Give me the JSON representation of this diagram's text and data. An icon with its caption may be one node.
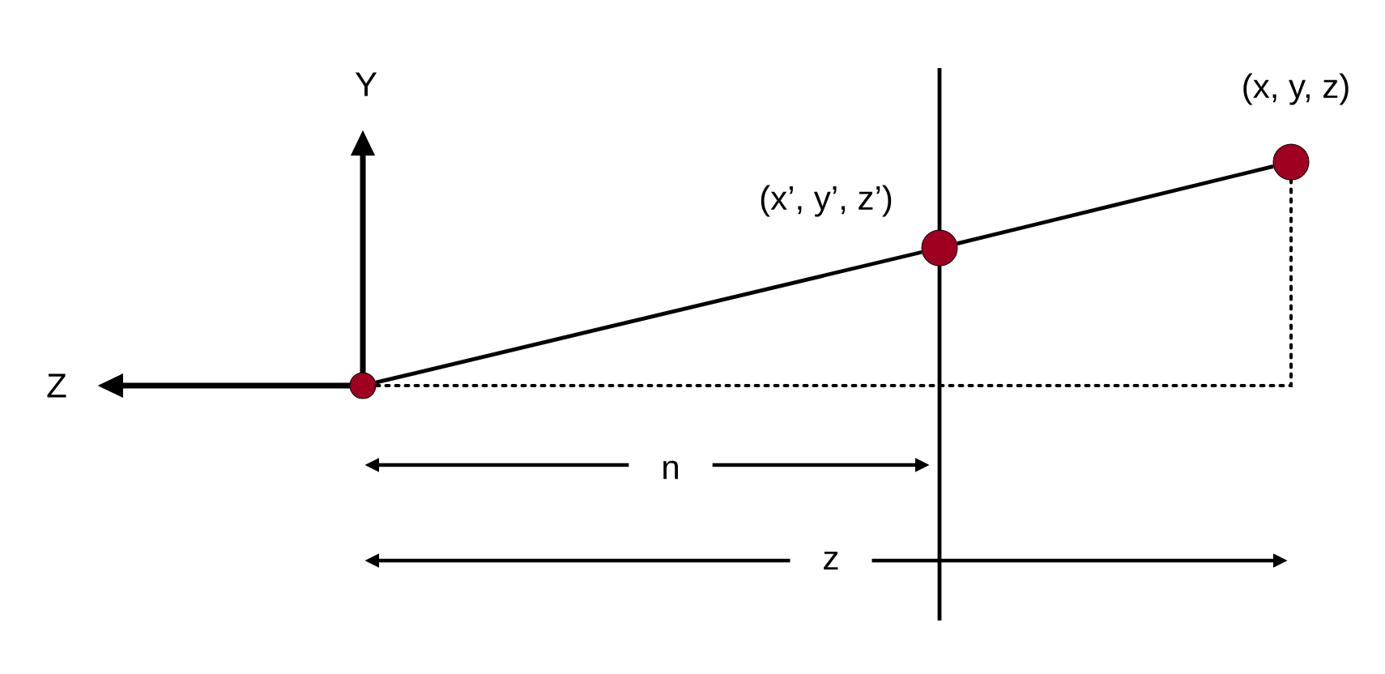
{
  "diagram": {
    "nodes": [
      {
        "text": [],
        "shape": "circle"
      },
      {
        "text": [],
        "shape": "circle",
        "beside": [
          "(x’, y’, z’)"
        ]
      },
      {
        "text": [],
        "shape": "circle",
        "beside": [
          "(x, y, z)"
        ]
      }
    ],
    "edges": [
      {
        "from": 0,
        "to": 1,
        "arrow": "none"
      },
      {
        "from": 1,
        "to": 2,
        "arrow": "none"
      },
      {
        "from": 0,
        "to": 2,
        "arrow": "none",
        "style": "dashed"
      }
    ],
    "labels": [
      "Y",
      "Z",
      "n",
      "z"
    ]
  }
}
